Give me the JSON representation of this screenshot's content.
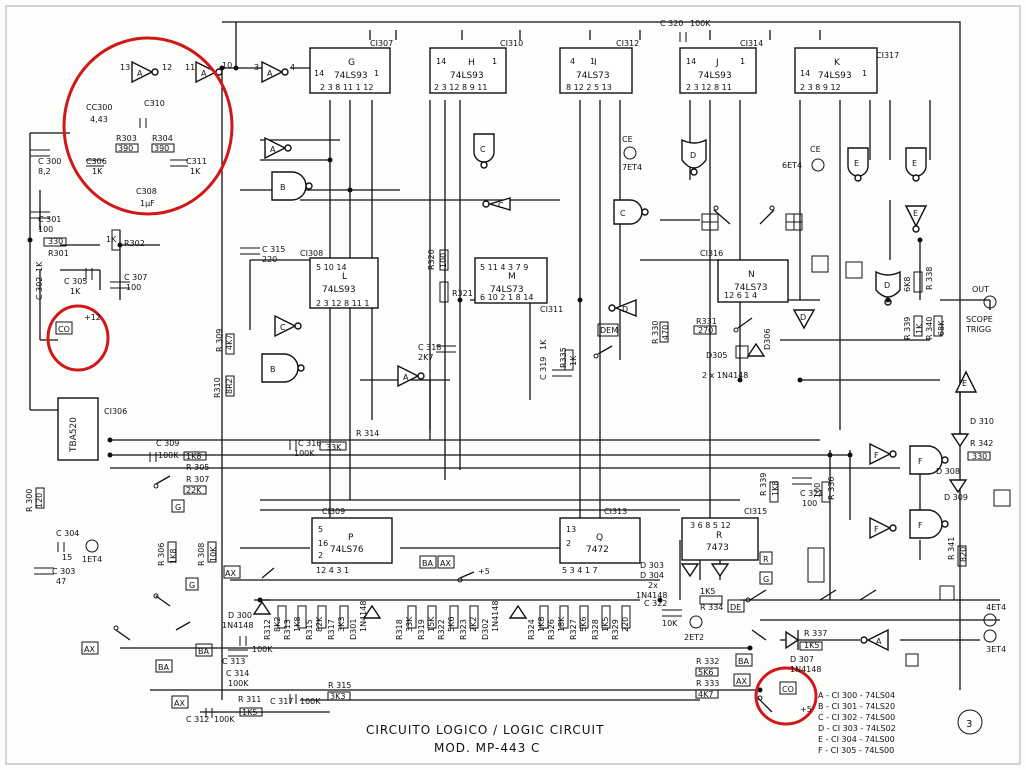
{
  "title": {
    "line1": "CIRCUITO   LOGICO / LOGIC  CIRCUIT",
    "line2": "MOD. MP-443 C",
    "page": "3"
  },
  "ics": [
    {
      "ref": "CI307",
      "letter": "G",
      "part": "74LS93"
    },
    {
      "ref": "CI310",
      "letter": "H",
      "part": "74LS93"
    },
    {
      "ref": "CI312",
      "letter": "I",
      "part": "74LS73"
    },
    {
      "ref": "CI314",
      "letter": "J",
      "part": "74LS93"
    },
    {
      "ref": "CI317",
      "letter": "K",
      "part": "74LS93"
    },
    {
      "ref": "CI308",
      "letter": "L",
      "part": "74LS93"
    },
    {
      "ref": "CI311",
      "letter": "M",
      "part": "74LS73"
    },
    {
      "ref": "CI316",
      "letter": "N",
      "part": "74LS73"
    },
    {
      "ref": "CI309",
      "letter": "P",
      "part": "74LS76"
    },
    {
      "ref": "CI313",
      "letter": "Q",
      "part": "7472"
    },
    {
      "ref": "CI315",
      "letter": "R",
      "part": "7473"
    },
    {
      "ref": "CI306",
      "letter": "",
      "part": "TBA520"
    }
  ],
  "legend": [
    "A - CI 300  -  74LS04",
    "B - CI 301  -  74LS20",
    "C - CI 302  -  74LS00",
    "D - CI 303  -  74LS02",
    "E - CI 304  -  74LS00",
    "F - CI 305  -  74LS00"
  ],
  "crystal": {
    "labels": [
      "CC300",
      "4,43",
      "C310",
      "R303",
      "390",
      "R304",
      "390",
      "C306",
      "1K",
      "C311",
      "1K",
      "C308",
      "1µF"
    ]
  },
  "components": {
    "c300": "C 300",
    "c300v": "8,2",
    "c301": "C 301",
    "c301v": "100",
    "r301": "R301",
    "r301v": "330",
    "r302": "R302",
    "r302v": "1K",
    "c305": "C 305",
    "c305v": "1K",
    "c307": "C 307",
    "c307v": "100",
    "c302": "C 302",
    "c302v": "1K",
    "c315": "C 315",
    "c315v": "220",
    "r309": "R 309",
    "r309v": "4K7",
    "r310": "R310",
    "r310v": "8R2",
    "r320": "R320",
    "r320v": "100",
    "r321": "R321",
    "c318": "C 318",
    "c318v": "2K7",
    "c319": "C 319",
    "c319v": "1K",
    "r335": "R335",
    "r335v": "1K",
    "r330": "R 330",
    "r330v": "470",
    "r331": "R331",
    "r331v": "270",
    "d305": "D305",
    "d306": "D306",
    "diodes": "2 x 1N4148",
    "r338": "R 338",
    "r338v": "6K8",
    "r339": "R 339",
    "r339v": "1K",
    "r340": "R 340",
    "r340v": "68K",
    "out": "OUT",
    "scope": "SCOPE",
    "trigg": "TRIGG",
    "r314": "R 314",
    "r316": "C 316",
    "r316v": "100K",
    "r33k": "33K",
    "c309": "C 309",
    "c309v": "100K",
    "r305": "R 305",
    "r305v": "1K8",
    "r307": "R 307",
    "r307v": "22K",
    "r300": "R 300",
    "r300v": "120",
    "c304": "C 304",
    "c304v": "15",
    "c303": "C 303",
    "c303v": "47",
    "ret4": "1ET4",
    "r306": "R 306",
    "r306v": "1K8",
    "r308": "R 308",
    "r308v": "10K",
    "d300": "D 300",
    "d300v": "1N4148",
    "c313": "C 313",
    "c313v": "100K",
    "c314": "C 314",
    "c314v": "100K",
    "r311": "R 311",
    "r311v": "1K5",
    "c317": "C 317",
    "c317v": "100K",
    "c312": "C 312",
    "c312v": "100K",
    "r315": "R 315",
    "r315v": "3K3",
    "r332": "R 332",
    "r332v": "5K6",
    "r333": "R 333",
    "r333v": "4K7",
    "r334": "R 334",
    "r334v": "1K5",
    "r337": "R 337",
    "r337v": "1K5",
    "d307": "D 307",
    "d307v": "1N4148",
    "d303": "D 303",
    "d304": "D 304",
    "d2x": "2x",
    "d2xv": "1N4148",
    "c322": "C 322",
    "c322v": "10K",
    "r336": "R 336",
    "r336v": "100",
    "r339b": "R 339",
    "r339bv": "1K8",
    "c321": "C 321",
    "c321v": "100",
    "d308": "D 308",
    "d309": "D 309",
    "d310": "D 310",
    "r342": "R 342",
    "r342v": "330",
    "r341": "R 341",
    "r341v": "820",
    "et4": "4ET4",
    "et4b": "3ET4",
    "et2": "2ET2",
    "et1": "1ET4",
    "ce7": "7ET4",
    "ce6": "6ET4",
    "ce": "CE",
    "dem": "DEM",
    "r320b": "100K",
    "c320": "C 320",
    "plus5": "+5",
    "plus12": "+12",
    "rlist": [
      "R312",
      "R313",
      "R315",
      "R317",
      "D301",
      "R318",
      "R319",
      "R322",
      "R323",
      "D302",
      "R324",
      "R326",
      "R327",
      "R328",
      "R329"
    ],
    "rvals": [
      "8K2",
      "1K8",
      "82K",
      "3K3",
      "1N4148",
      "33K",
      "15K",
      "5K6",
      "2K2",
      "1N4148",
      "1K8",
      "18K",
      "5K6",
      "1K5",
      "220"
    ]
  },
  "tags": {
    "co": "CO",
    "ax": "AX",
    "ba": "BA",
    "g": "G",
    "r": "R",
    "de": "DE"
  }
}
